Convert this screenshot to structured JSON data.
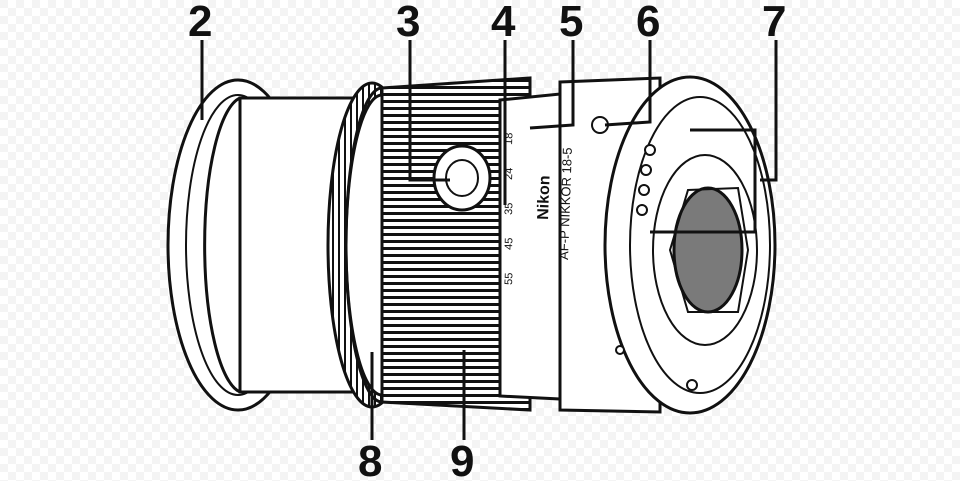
{
  "callouts": [
    "2",
    "3",
    "4",
    "5",
    "6",
    "7",
    "8",
    "9"
  ],
  "lens_markings": {
    "brand": "Nikon",
    "model": "AF-P NIKKOR 18-5",
    "focal_scale": [
      "18",
      "24",
      "35",
      "45",
      "55"
    ]
  },
  "colors": {
    "ink": "#111111",
    "paper": "#ffffff"
  }
}
